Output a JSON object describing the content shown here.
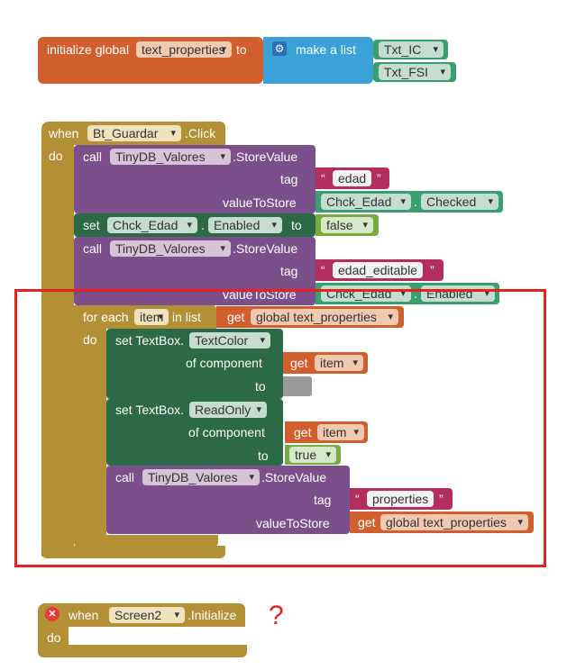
{
  "init": {
    "label_initialize": "initialize global",
    "var_name": "text_properties",
    "label_to": "to",
    "make_list": "make a list",
    "items": [
      "Txt_IC",
      "Txt_FSI"
    ]
  },
  "event": {
    "when": "when",
    "component": "Bt_Guardar",
    "event_name": ".Click",
    "do": "do"
  },
  "call1": {
    "call": "call",
    "component": "TinyDB_Valores",
    "method": ".StoreValue",
    "tag_label": "tag",
    "tag_value": "edad",
    "value_label": "valueToStore",
    "value_component": "Chck_Edad",
    "value_property": "Checked"
  },
  "set1": {
    "set": "set",
    "component": "Chck_Edad",
    "property": "Enabled",
    "to": "to",
    "value": "false"
  },
  "call2": {
    "call": "call",
    "component": "TinyDB_Valores",
    "method": ".StoreValue",
    "tag_label": "tag",
    "tag_value": "edad_editable",
    "value_label": "valueToStore",
    "value_component": "Chck_Edad",
    "value_property": "Enabled"
  },
  "foreach": {
    "for_each": "for each",
    "var": "item",
    "in_list": "in list",
    "get": "get",
    "list_var": "global text_properties",
    "do": "do"
  },
  "set2": {
    "set": "set TextBox.",
    "property": "TextColor",
    "of_component": "of component",
    "get": "get",
    "get_var": "item",
    "to": "to"
  },
  "set3": {
    "set": "set TextBox.",
    "property": "ReadOnly",
    "of_component": "of component",
    "get": "get",
    "get_var": "item",
    "to": "to",
    "value": "true"
  },
  "call3": {
    "call": "call",
    "component": "TinyDB_Valores",
    "method": ".StoreValue",
    "tag_label": "tag",
    "tag_value": "properties",
    "value_label": "valueToStore",
    "get": "get",
    "get_var": "global text_properties"
  },
  "screen": {
    "when": "when",
    "component": "Screen2",
    "event_name": ".Initialize",
    "do": "do"
  },
  "annotation": {
    "question": "?"
  },
  "colors": {
    "variable": "#d05f2d",
    "list": "#3aa2d8",
    "event": "#b38f35",
    "procedure": "#7a4f8a",
    "setter": "#2c6a47",
    "logic": "#77ab41",
    "text": "#b32d5e",
    "component": "#3a9f6e",
    "highlight": "#e8201f"
  }
}
